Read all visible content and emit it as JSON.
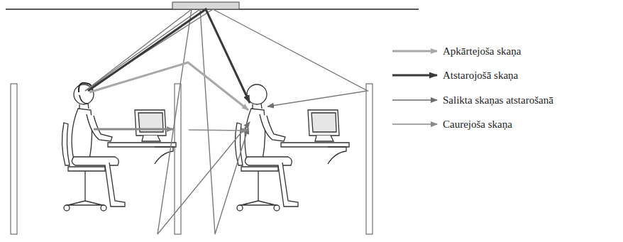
{
  "diagram": {
    "legend": [
      {
        "text": "Apkārtejoša skaņa"
      },
      {
        "text": "Atstarojošā skaņa"
      },
      {
        "text": "Salikta skaņas atstarošanā"
      },
      {
        "text": "Caurejoša skaņa"
      }
    ]
  }
}
